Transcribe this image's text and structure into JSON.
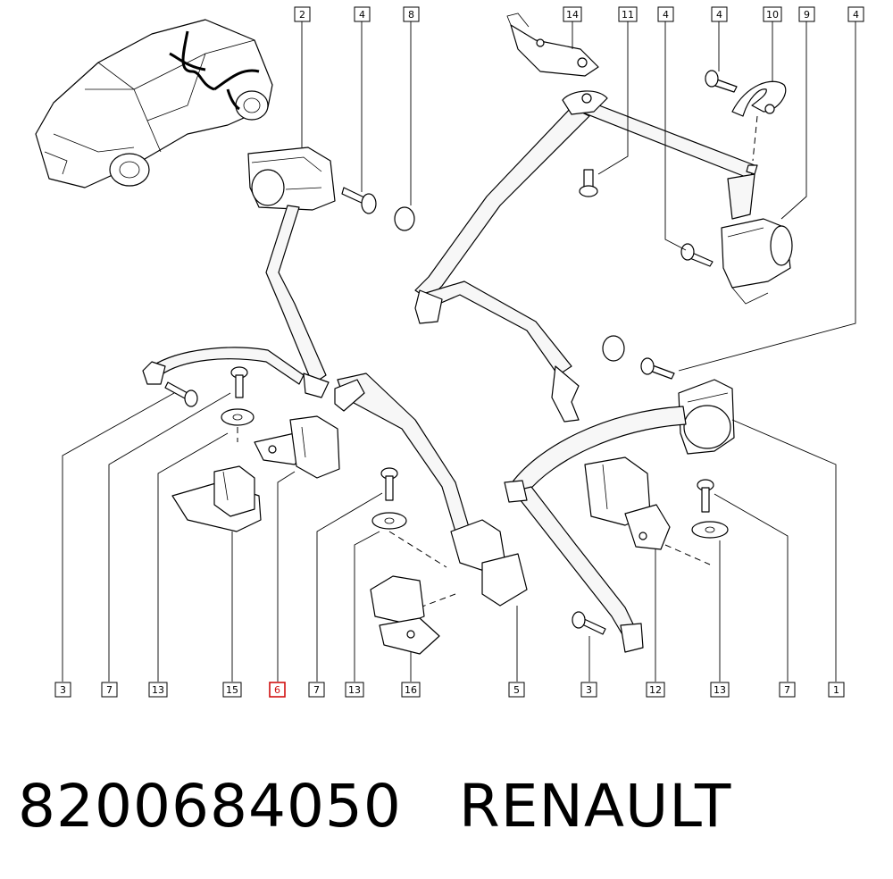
{
  "callouts": {
    "top": [
      {
        "id": "t2",
        "label": "2"
      },
      {
        "id": "t4a",
        "label": "4"
      },
      {
        "id": "t8",
        "label": "8"
      },
      {
        "id": "t14",
        "label": "14"
      },
      {
        "id": "t11",
        "label": "11"
      },
      {
        "id": "t4b",
        "label": "4"
      },
      {
        "id": "t4c",
        "label": "4"
      },
      {
        "id": "t10",
        "label": "10"
      },
      {
        "id": "t9",
        "label": "9"
      },
      {
        "id": "t4d",
        "label": "4"
      }
    ],
    "bottom": [
      {
        "id": "b3a",
        "label": "3"
      },
      {
        "id": "b7a",
        "label": "7"
      },
      {
        "id": "b13a",
        "label": "13"
      },
      {
        "id": "b15",
        "label": "15"
      },
      {
        "id": "b6",
        "label": "6",
        "highlighted": true
      },
      {
        "id": "b7b",
        "label": "7"
      },
      {
        "id": "b13b",
        "label": "13"
      },
      {
        "id": "b16",
        "label": "16"
      },
      {
        "id": "b5",
        "label": "5"
      },
      {
        "id": "b3b",
        "label": "3"
      },
      {
        "id": "b12",
        "label": "12"
      },
      {
        "id": "b13c",
        "label": "13"
      },
      {
        "id": "b7c",
        "label": "7"
      },
      {
        "id": "b1",
        "label": "1"
      }
    ]
  },
  "caption": {
    "part_number": "8200684050",
    "brand": "RENAULT"
  },
  "colors": {
    "line": "#000000",
    "background": "#ffffff",
    "highlight": "#d01010"
  }
}
